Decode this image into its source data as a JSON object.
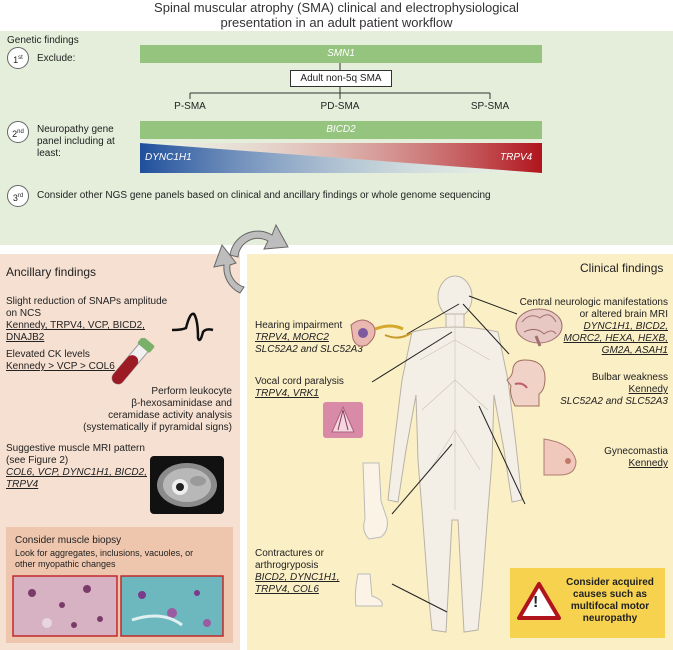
{
  "title": {
    "line1": "Spinal muscular atrophy (SMA) clinical and electrophysiological",
    "line2": "presentation in an adult patient workflow"
  },
  "genetic": {
    "heading": "Genetic findings",
    "step1": {
      "num": "1",
      "sup": "st",
      "label": "Exclude:"
    },
    "smn1": "SMN1",
    "adult_box": "Adult non-5q SMA",
    "forms": [
      "P-SMA",
      "PD-SMA",
      "SP-SMA"
    ],
    "step2": {
      "num": "2",
      "sup": "nd",
      "line1": "Neuropathy gene",
      "line2": "panel including at",
      "line3": "least:"
    },
    "bicd2": "BICD2",
    "dync": "DYNC1H1",
    "trpv4": "TRPV4",
    "step3": {
      "num": "3",
      "sup": "rd",
      "label": "Consider other NGS gene panels based on clinical and ancillary findings or whole genome sequencing"
    }
  },
  "ancillary": {
    "heading": "Ancillary findings",
    "snap_title1": "Slight reduction of SNAPs amplitude",
    "snap_title2": "on NCS",
    "snap_genes1": "Kennedy, TRPV4, VCP, BICD2,",
    "snap_genes2": "DNAJB2",
    "ck_title": "Elevated CK levels",
    "ck_genes": "Kennedy > VCP > COL6",
    "leuko1": "Perform leukocyte",
    "leuko2": "β-hexosaminidase and",
    "leuko3": "ceramidase activity analysis",
    "leuko4": "(systematically if pyramidal signs)",
    "mri_title1": "Suggestive muscle MRI pattern",
    "mri_title2": "(see Figure 2)",
    "mri_genes1": "COL6, VCP, DYNC1H1, BICD2,",
    "mri_genes2": "TRPV4",
    "biopsy_title": "Consider muscle biopsy",
    "biopsy_text1": "Look for aggregates, inclusions, vacuoles, or",
    "biopsy_text2": "other myopathic changes"
  },
  "clinical": {
    "heading": "Clinical findings",
    "hearing_title": "Hearing impairment",
    "hearing_genes1": "TRPV4, MORC2",
    "hearing_genes2": "SLC52A2 and SLC52A3",
    "vocal_title": "Vocal cord paralysis",
    "vocal_genes": "TRPV4, VRK1",
    "cns_title1": "Central neurologic manifestations",
    "cns_title2": "or altered brain MRI",
    "cns_genes1": "DYNC1H1, BICD2,",
    "cns_genes2": "MORC2, HEXA, HEXB,",
    "cns_genes3": "GM2A, ASAH1",
    "bulbar_title": "Bulbar weakness",
    "bulbar_genes1": "Kennedy",
    "bulbar_genes2": "SLC52A2 and SLC52A3",
    "gyneco_title": "Gynecomastia",
    "gyneco_genes": "Kennedy",
    "contract_title1": "Contractures or",
    "contract_title2": "arthrogryposis",
    "contract_genes1": "BICD2, DYNC1H1,",
    "contract_genes2": "TRPV4, COL6",
    "acquired1": "Consider acquired",
    "acquired2": "causes such as",
    "acquired3": "multifocal motor",
    "acquired4": "neuropathy",
    "warning_symbol": "!"
  },
  "colors": {
    "green_panel": "#e4eedb",
    "green_bar": "#94c47e",
    "salmon_panel": "#f6e0d2",
    "yellow_panel": "#fbefc6",
    "gradient_blue": "#1f4f9c",
    "gradient_red": "#b0141c",
    "warning_red": "#b0141c"
  },
  "icons": [
    "cycle-arrows-icon",
    "snap-waveform-icon",
    "blood-tube-icon",
    "mri-slice-icon",
    "body-outline-icon",
    "ear-icon",
    "larynx-icon",
    "brain-icon",
    "head-profile-icon",
    "breast-icon",
    "arm-icon",
    "foot-icon",
    "warning-triangle-icon"
  ]
}
